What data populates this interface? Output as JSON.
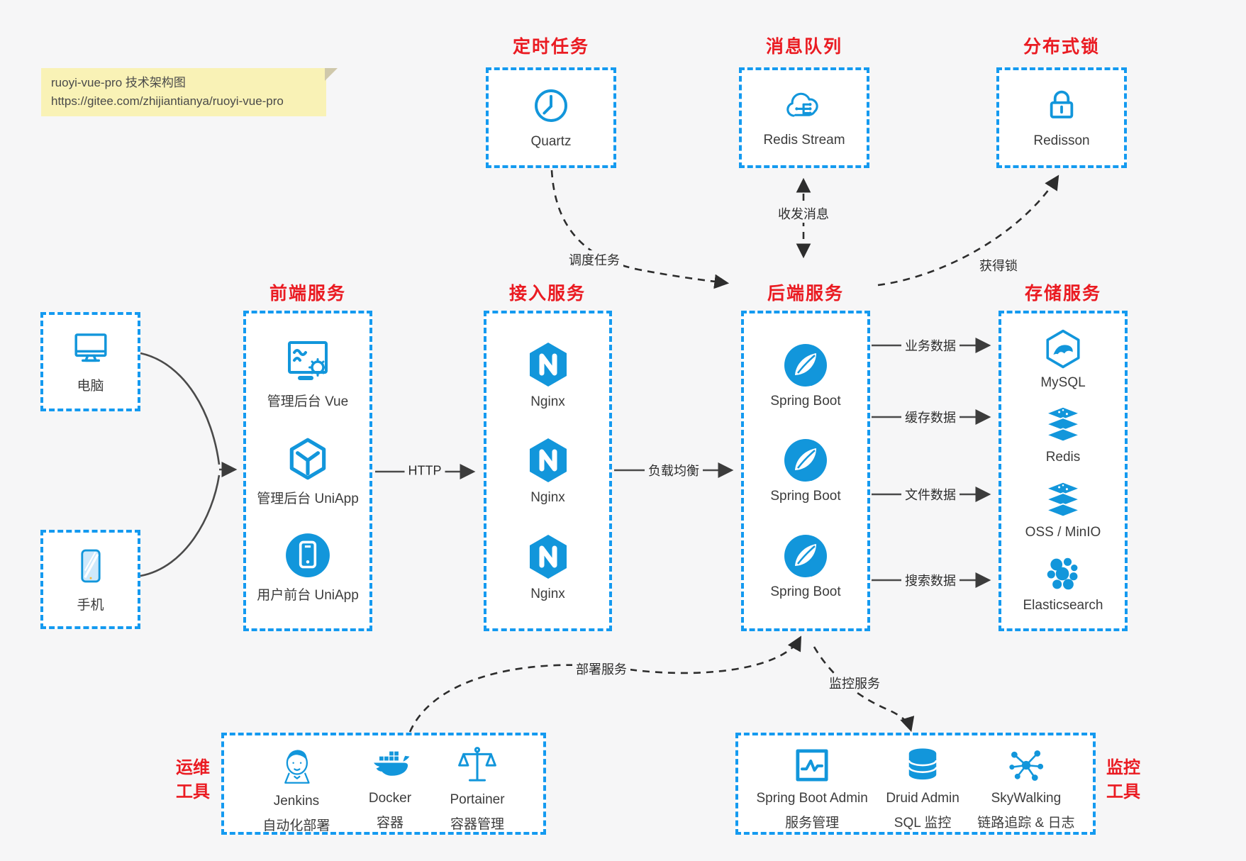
{
  "note": {
    "line1": "ruoyi-vue-pro 技术架构图",
    "line2": "https://gitee.com/zhijiantianya/ruoyi-vue-pro"
  },
  "colors": {
    "panel_border_blue": "#149af0",
    "icon_blue": "#1296db",
    "title_red": "#ea1b22",
    "note_yellow": "#f9f2b6",
    "arrow_gray": "#4a4a4a",
    "arrow_dark": "#2d2d2d",
    "background": "#f6f6f7"
  },
  "groups": {
    "scheduled": {
      "title": "定时任务",
      "items": [
        {
          "label": "Quartz",
          "icon": "clock-icon"
        }
      ]
    },
    "mq": {
      "title": "消息队列",
      "items": [
        {
          "label": "Redis Stream",
          "icon": "cloud-stream-icon"
        }
      ]
    },
    "lock": {
      "title": "分布式锁",
      "items": [
        {
          "label": "Redisson",
          "icon": "lock-icon"
        }
      ]
    },
    "clients": {
      "items": [
        {
          "label": "电脑",
          "icon": "desktop-icon"
        },
        {
          "label": "手机",
          "icon": "phone-icon"
        }
      ]
    },
    "frontend": {
      "title": "前端服务",
      "items": [
        {
          "label": "管理后台 Vue",
          "icon": "admin-screen-gear-icon"
        },
        {
          "label": "管理后台 UniApp",
          "icon": "cube-icon"
        },
        {
          "label": "用户前台 UniApp",
          "icon": "mobile-app-circle-icon"
        }
      ]
    },
    "gateway": {
      "title": "接入服务",
      "items": [
        {
          "label": "Nginx",
          "icon": "nginx-icon"
        },
        {
          "label": "Nginx",
          "icon": "nginx-icon"
        },
        {
          "label": "Nginx",
          "icon": "nginx-icon"
        }
      ]
    },
    "backend": {
      "title": "后端服务",
      "items": [
        {
          "label": "Spring Boot",
          "icon": "spring-boot-icon"
        },
        {
          "label": "Spring Boot",
          "icon": "spring-boot-icon"
        },
        {
          "label": "Spring Boot",
          "icon": "spring-boot-icon"
        }
      ]
    },
    "storage": {
      "title": "存储服务",
      "items": [
        {
          "label": "MySQL",
          "icon": "mysql-dolphin-icon"
        },
        {
          "label": "Redis",
          "icon": "stacked-discs-icon"
        },
        {
          "label": "OSS / MinIO",
          "icon": "stacked-discs-icon"
        },
        {
          "label": "Elasticsearch",
          "icon": "cluster-icon"
        }
      ]
    },
    "ops": {
      "title_line1": "运维",
      "title_line2": "工具",
      "items": [
        {
          "name": "Jenkins",
          "desc": "自动化部署",
          "icon": "jenkins-icon"
        },
        {
          "name": "Docker",
          "desc": "容器",
          "icon": "docker-whale-icon"
        },
        {
          "name": "Portainer",
          "desc": "容器管理",
          "icon": "scales-icon"
        }
      ]
    },
    "monitor": {
      "title_line1": "监控",
      "title_line2": "工具",
      "items": [
        {
          "name": "Spring Boot Admin",
          "desc": "服务管理",
          "icon": "pulse-screen-icon"
        },
        {
          "name": "Druid Admin",
          "desc": "SQL 监控",
          "icon": "database-icon"
        },
        {
          "name": "SkyWalking",
          "desc": "链路追踪 & 日志",
          "icon": "node-graph-icon"
        }
      ]
    }
  },
  "edges": {
    "http": "HTTP",
    "load_balance": "负载均衡",
    "business_data": "业务数据",
    "cache_data": "缓存数据",
    "file_data": "文件数据",
    "search_data": "搜索数据",
    "schedule_task": "调度任务",
    "send_receive_msg": "收发消息",
    "acquire_lock": "获得锁",
    "deploy_service": "部署服务",
    "monitor_service": "监控服务"
  }
}
